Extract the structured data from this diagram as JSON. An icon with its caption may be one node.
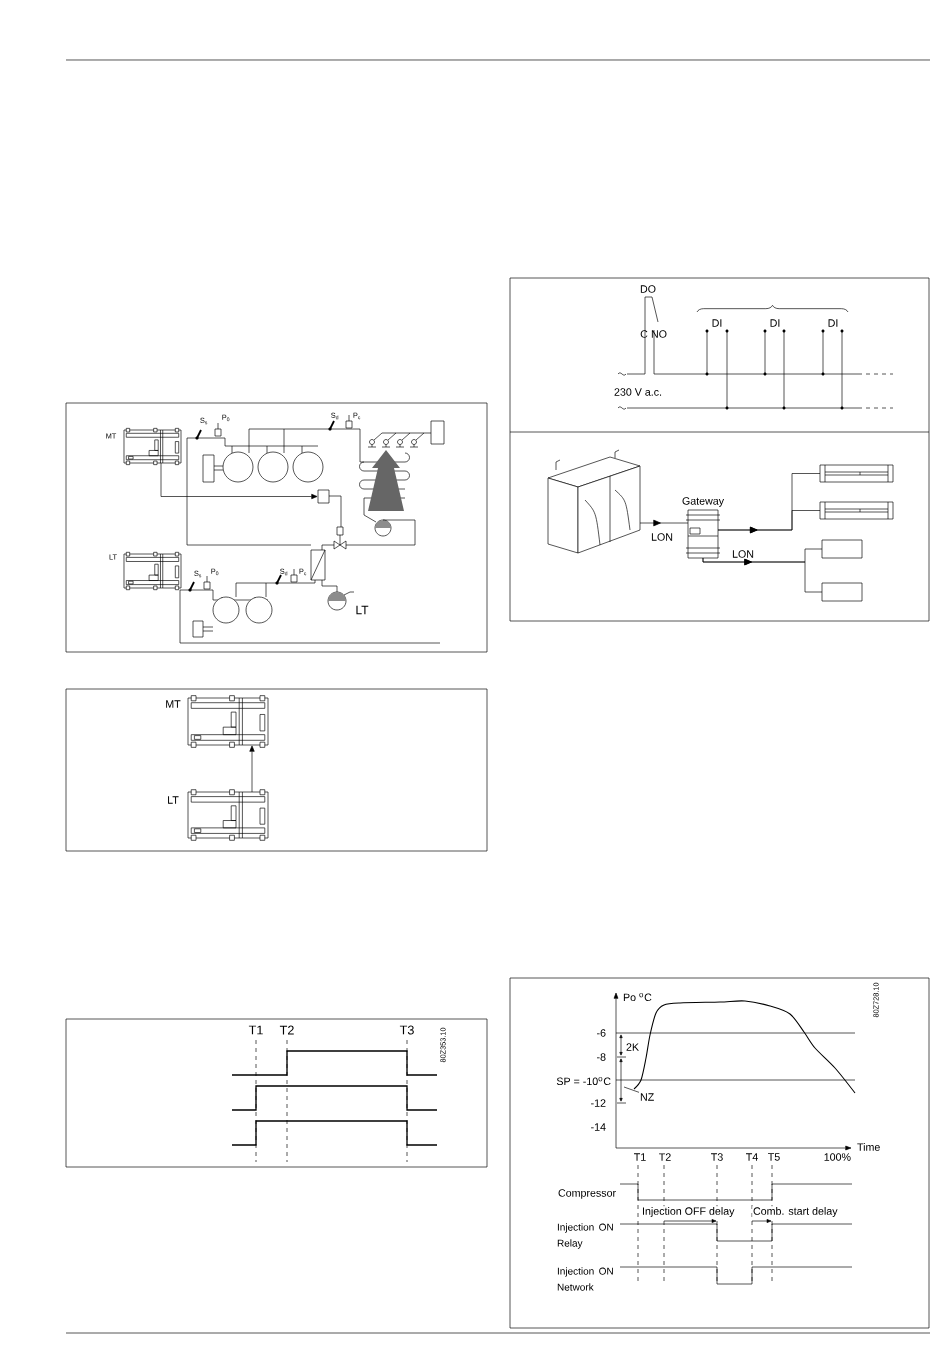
{
  "diagram": {
    "nodes": [
      {
        "text": [
          "MT"
        ]
      },
      {
        "text": [],
        "shape": "box"
      },
      {
        "text": [
          "LT"
        ]
      },
      {
        "text": [
          "MT"
        ]
      },
      {
        "text": [
          "LT"
        ]
      },
      {
        "text": [],
        "shape": "picture"
      },
      {
        "text": [
          "Gateway"
        ]
      },
      {
        "text": [],
        "shape": "box"
      },
      {
        "text": [],
        "shape": "box"
      },
      {
        "text": [],
        "shape": "box"
      },
      {
        "text": [],
        "shape": "box"
      },
      {
        "text": [
          "NZ"
        ]
      }
    ],
    "edges": [
      {
        "from": 0,
        "to": 1,
        "arrow": "to"
      },
      {
        "from": 4,
        "to": 3,
        "arrow": "to"
      },
      {
        "from": 5,
        "to": 6,
        "arrow": "to",
        "label": "LON"
      },
      {
        "from": 6,
        "to": 7,
        "arrow": "to"
      },
      {
        "from": 6,
        "to": 8,
        "arrow": "to"
      },
      {
        "from": 6,
        "to": 9,
        "arrow": "to",
        "label": "LON"
      },
      {
        "from": 6,
        "to": 10,
        "arrow": "to"
      },
      {
        "from": 11,
        "to": null,
        "arrow": "none"
      }
    ],
    "labels": [
      "S$_{s}$",
      "P$_{0}$",
      "S$_{d}$",
      "P$_{c}$",
      "S$_{s}$",
      "P$_{0}$",
      "S$_{d}$",
      "P$_{c}$",
      "LT",
      "T1",
      "T2",
      "T3",
      "80Z353.10",
      "DO",
      "C",
      "NO",
      "DI",
      "DI",
      "DI",
      "230 V a.c.",
      "Po $^{o}$C",
      "80Z728.10",
      "-6",
      "-8",
      "2K",
      "SP = -10$^{o}$C",
      "-12",
      "-14",
      "Time",
      "T1",
      "T2",
      "T3",
      "T4",
      "T5",
      "100%",
      "Compressor",
      "Injection OFF delay",
      "Comb. start delay",
      "Injection ON Relay",
      "Injection ON Network"
    ]
  }
}
